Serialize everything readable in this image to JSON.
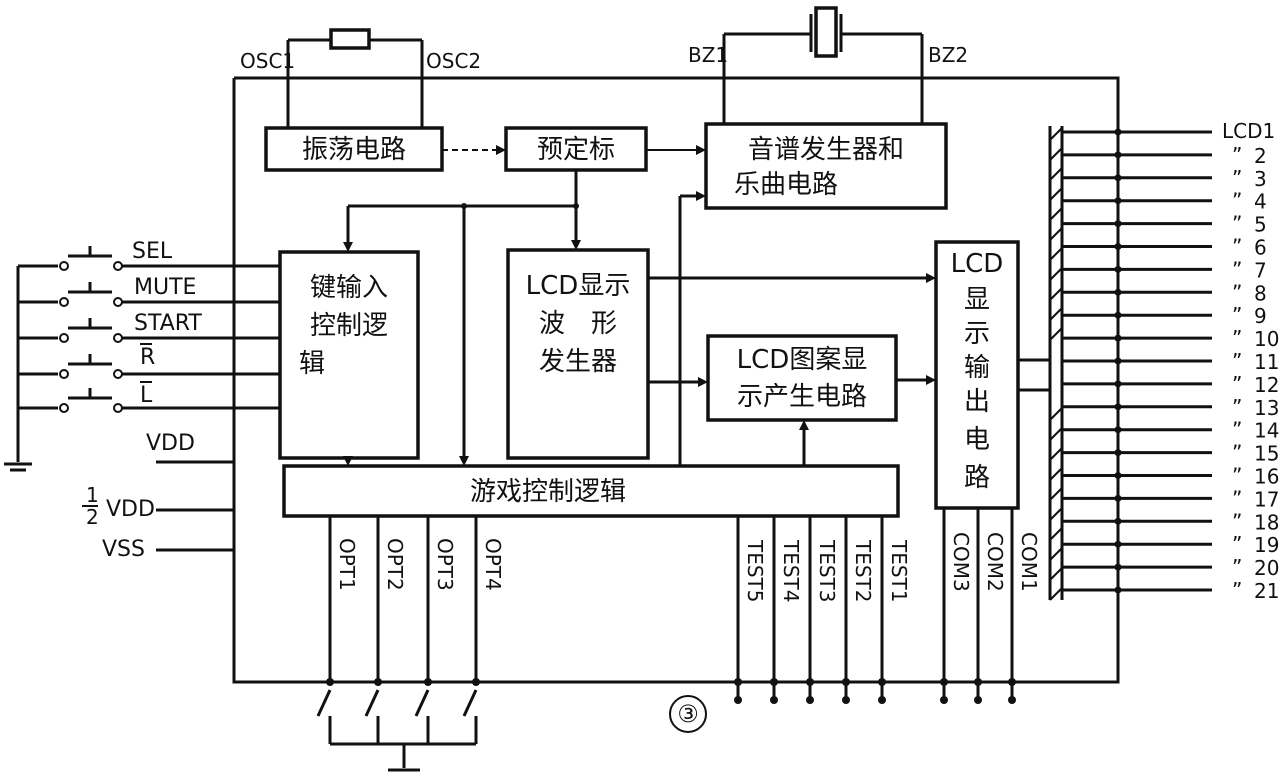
{
  "diagram": {
    "figure_number": "③",
    "top_pins": {
      "osc1": "OSC1",
      "osc2": "OSC2",
      "bz1": "BZ1",
      "bz2": "BZ2"
    },
    "blocks": {
      "oscillator": "振荡电路",
      "prescaler": "预定标",
      "tone_gen_line1": "音谱发生器和",
      "tone_gen_line2": "乐曲电路",
      "key_input_line1": "键输入",
      "key_input_line2": "控制逻",
      "key_input_line3": "辑",
      "lcd_wave_line1": "LCD显示",
      "lcd_wave_line2": "波　形",
      "lcd_wave_line3": "发生器",
      "lcd_pattern_line1": "LCD图案显",
      "lcd_pattern_line2": "示产生电路",
      "lcd_out_chars": [
        "LCD",
        "显",
        "示",
        "输",
        "出",
        "电",
        "路"
      ],
      "game_logic": "游戏控制逻辑"
    },
    "switches": [
      "SEL",
      "MUTE",
      "START",
      "R",
      "L"
    ],
    "power": {
      "vdd": "VDD",
      "half_vdd_num": "1",
      "half_vdd_den": "2",
      "half_vdd": "VDD",
      "vss": "VSS"
    },
    "opt_pins": [
      "OPT1",
      "OPT2",
      "OPT3",
      "OPT4"
    ],
    "test_pins": [
      "TEST5",
      "TEST4",
      "TEST3",
      "TEST2",
      "TEST1"
    ],
    "com_pins": [
      "COM3",
      "COM2",
      "COM1"
    ],
    "lcd_first": "LCD1",
    "lcd_ditto": "”",
    "lcd_numbers": [
      "2",
      "3",
      "4",
      "5",
      "6",
      "7",
      "8",
      "9",
      "10",
      "11",
      "12",
      "13",
      "14",
      "15",
      "16",
      "17",
      "18",
      "19",
      "20",
      "21"
    ]
  }
}
